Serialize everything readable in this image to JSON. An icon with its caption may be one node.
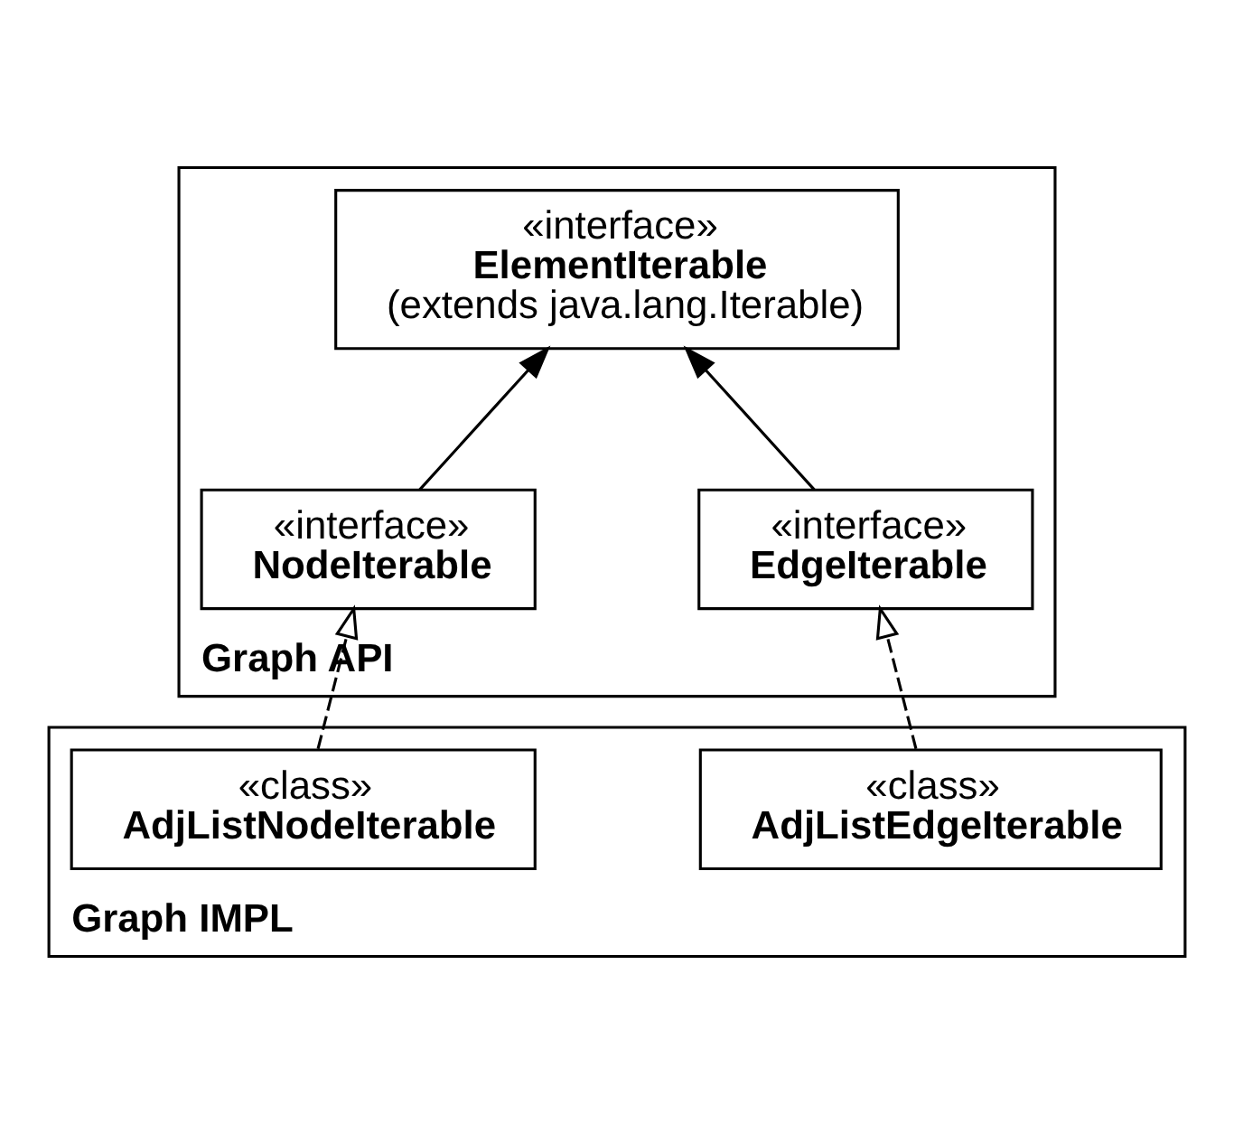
{
  "diagram": {
    "nodes": [
      {
        "text": [
          "Graph API"
        ]
      },
      {
        "text": [
          "«interface»",
          "ElementIterable",
          "(extends java.lang.Iterable)"
        ],
        "in": 0
      },
      {
        "text": [
          "«interface»",
          "EdgeIterable"
        ],
        "in": 0
      },
      {
        "text": [
          "«interface»",
          "NodeIterable"
        ],
        "in": 0
      },
      {
        "text": [
          "Graph IMPL"
        ]
      },
      {
        "text": [
          "«class»",
          "AdjListEdgeIterable"
        ],
        "in": 4
      },
      {
        "text": [
          "«class»",
          "AdjListNodeIterable"
        ],
        "in": 4
      }
    ],
    "edges": [
      {
        "from": 2,
        "to": 1,
        "arrow": "to"
      },
      {
        "from": 3,
        "to": 1,
        "arrow": "to"
      },
      {
        "from": 5,
        "to": 2,
        "arrow": "to",
        "style": "dashed"
      },
      {
        "from": 6,
        "to": 3,
        "arrow": "to",
        "style": "dashed"
      }
    ]
  }
}
